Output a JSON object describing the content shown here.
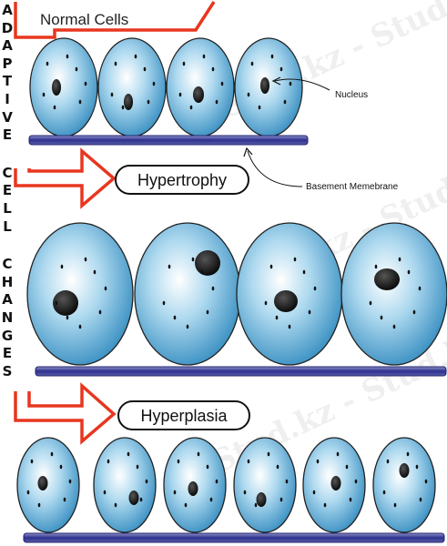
{
  "side_title": "ADAPTIVE CELL CHANGES",
  "labels": {
    "normal": "Normal Cells",
    "hypertrophy": "Hypertrophy",
    "hyperplasia": "Hyperplasia",
    "nucleus": "Nucleus",
    "basement": "Basement Memebrane"
  },
  "watermark": "Stud.kz - Stud.kz",
  "colors": {
    "arrow": "#e8361f",
    "membrane": "#2c2f8e",
    "membrane_light": "#8f93c8",
    "cell_center": "#ffffff",
    "cell_mid": "#aed9ef",
    "cell_edge": "#3f93c4",
    "nucleus": "#111111"
  }
}
